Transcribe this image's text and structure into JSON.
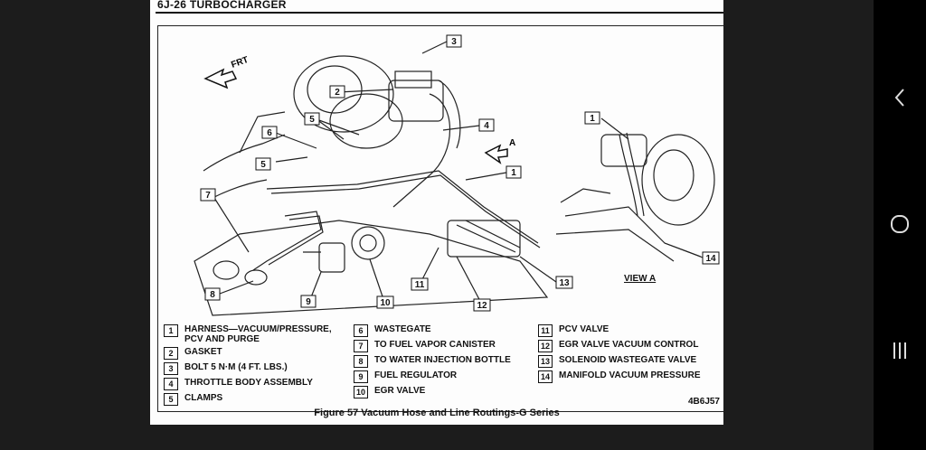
{
  "page": {
    "header": "6J-26  TURBOCHARGER",
    "ref_code": "4B6J57",
    "caption": "Figure 57 Vacuum Hose and Line Routings-G Series"
  },
  "diagram": {
    "direction_label": "FRT",
    "direction_a_label": "A",
    "view_label": "VIEW A",
    "callouts": {
      "c1": "1",
      "c1b": "1",
      "c2": "2",
      "c3": "3",
      "c4": "4",
      "c5": "5",
      "c5b": "5",
      "c6": "6",
      "c7": "7",
      "c8": "8",
      "c9": "9",
      "c10": "10",
      "c11": "11",
      "c12": "12",
      "c13": "13",
      "c14": "14"
    }
  },
  "legend": [
    {
      "num": "1",
      "text": "HARNESS—VACUUM/PRESSURE, PCV AND PURGE"
    },
    {
      "num": "2",
      "text": "GASKET"
    },
    {
      "num": "3",
      "text": "BOLT 5 N·m (4 FT. LBS.)"
    },
    {
      "num": "4",
      "text": "THROTTLE BODY ASSEMBLY"
    },
    {
      "num": "5",
      "text": "CLAMPS"
    },
    {
      "num": "6",
      "text": "WASTEGATE"
    },
    {
      "num": "7",
      "text": "TO FUEL VAPOR CANISTER"
    },
    {
      "num": "8",
      "text": "TO WATER INJECTION BOTTLE"
    },
    {
      "num": "9",
      "text": "FUEL REGULATOR"
    },
    {
      "num": "10",
      "text": "EGR VALVE"
    },
    {
      "num": "11",
      "text": "PCV VALVE"
    },
    {
      "num": "12",
      "text": "EGR VALVE VACUUM CONTROL"
    },
    {
      "num": "13",
      "text": "SOLENOID WASTEGATE VALVE"
    },
    {
      "num": "14",
      "text": "MANIFOLD VACUUM PRESSURE"
    }
  ],
  "nav": {
    "back_icon": "chevron-left-icon",
    "home_icon": "circle-home-icon",
    "recents_icon": "three-bars-recents-icon"
  }
}
